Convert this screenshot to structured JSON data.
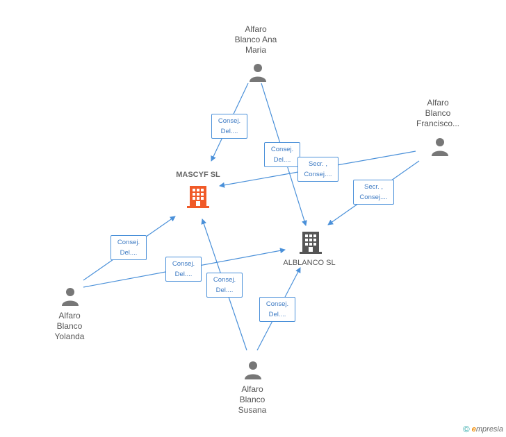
{
  "people": [
    {
      "id": "ana",
      "lines": [
        "Alfaro",
        "Blanco Ana",
        "Maria"
      ]
    },
    {
      "id": "francisco",
      "lines": [
        "Alfaro",
        "Blanco",
        "Francisco..."
      ]
    },
    {
      "id": "yolanda",
      "lines": [
        "Alfaro",
        "Blanco",
        "Yolanda"
      ]
    },
    {
      "id": "susana",
      "lines": [
        "Alfaro",
        "Blanco",
        "Susana"
      ]
    }
  ],
  "companies": [
    {
      "id": "mascyf",
      "name": "MASCYF SL",
      "color": "#f05a28",
      "highlighted": true
    },
    {
      "id": "alblanco",
      "name": "ALBLANCO SL",
      "color": "#555555",
      "highlighted": false
    }
  ],
  "edges": [
    {
      "id": "e1",
      "from": "ana",
      "to": "mascyf",
      "label": [
        "Consej.",
        "Del...."
      ]
    },
    {
      "id": "e2",
      "from": "ana",
      "to": "alblanco",
      "label": [
        "Consej.",
        "Del...."
      ]
    },
    {
      "id": "e3",
      "from": "francisco",
      "to": "mascyf",
      "label": [
        "Secr. ,",
        "Consej...."
      ]
    },
    {
      "id": "e4",
      "from": "francisco",
      "to": "alblanco",
      "label": [
        "Secr. ,",
        "Consej...."
      ]
    },
    {
      "id": "e5",
      "from": "yolanda",
      "to": "mascyf",
      "label": [
        "Consej.",
        "Del...."
      ]
    },
    {
      "id": "e6",
      "from": "yolanda",
      "to": "alblanco",
      "label": [
        "Consej.",
        "Del...."
      ]
    },
    {
      "id": "e7",
      "from": "susana",
      "to": "mascyf",
      "label": [
        "Consej.",
        "Del...."
      ]
    },
    {
      "id": "e8",
      "from": "susana",
      "to": "alblanco",
      "label": [
        "Consej.",
        "Del...."
      ]
    }
  ],
  "colors": {
    "edge": "#4a90d9",
    "person": "#777777"
  },
  "footer": {
    "copyright": "©",
    "brand_initial": "e",
    "brand_rest": "mpresia"
  }
}
